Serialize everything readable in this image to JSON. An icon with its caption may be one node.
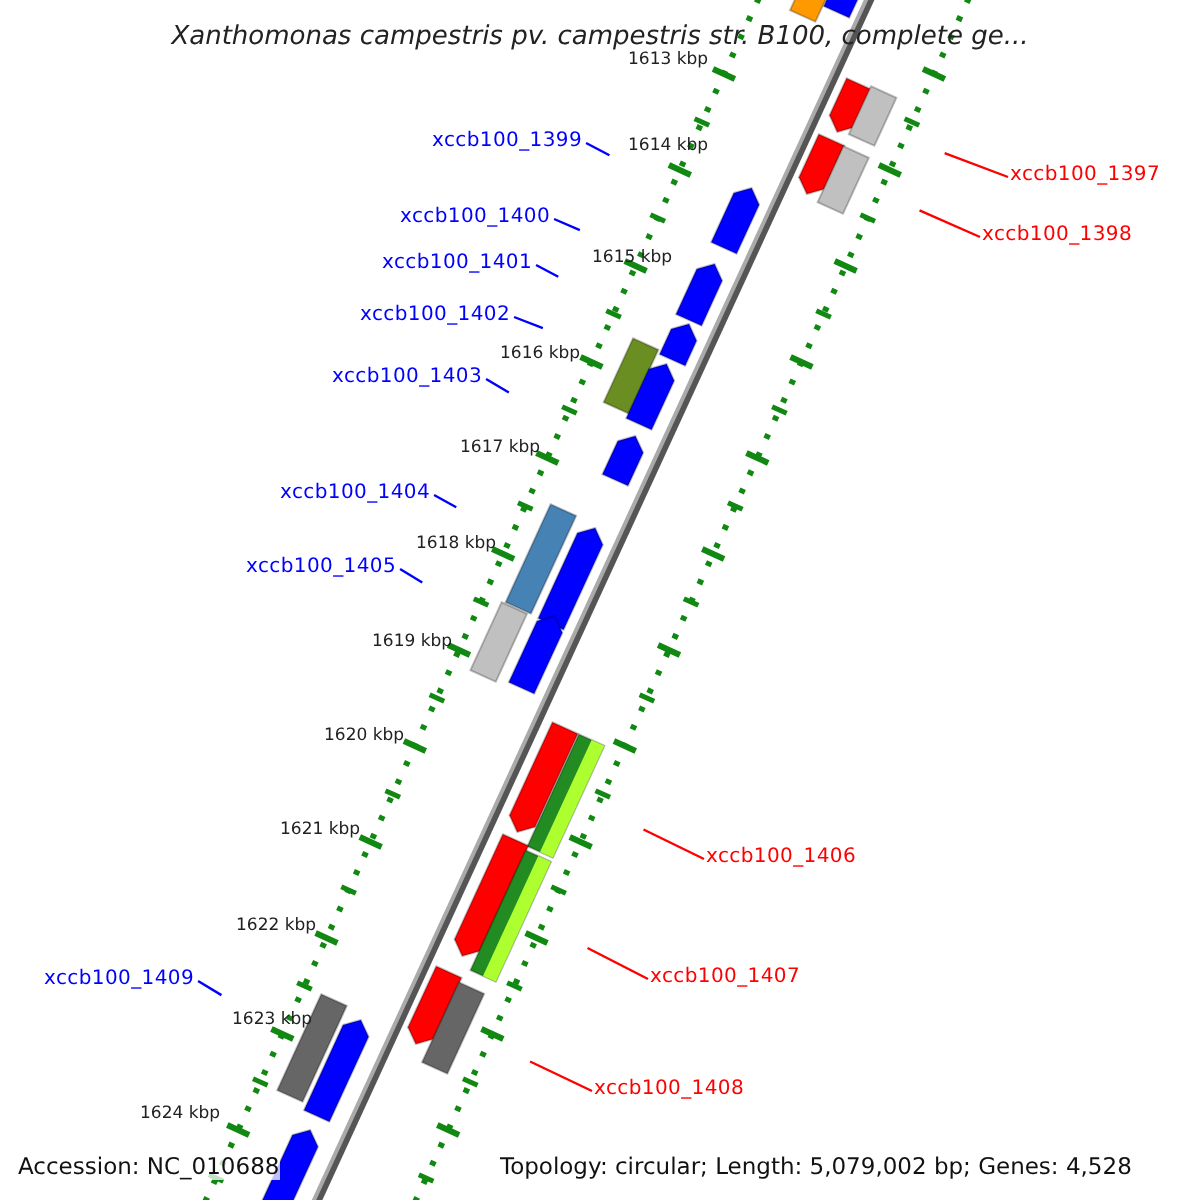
{
  "diagram": {
    "title": "Xanthomonas campestris pv. campestris str. B100, complete ge...",
    "nodes": [
      {
        "text": [
          "xccb100_1399"
        ]
      },
      {
        "text": [
          "xccb100_1397"
        ]
      },
      {
        "text": [
          "xccb100_1400"
        ]
      },
      {
        "text": [
          "xccb100_1398"
        ]
      },
      {
        "text": [
          "xccb100_1401"
        ]
      },
      {
        "text": [
          "xccb100_1402"
        ]
      },
      {
        "text": [
          "xccb100_1403"
        ]
      },
      {
        "text": [
          "xccb100_1404"
        ]
      },
      {
        "text": [
          "xccb100_1405"
        ]
      },
      {
        "text": [
          "xccb100_1406"
        ]
      },
      {
        "text": [
          "xccb100_1407"
        ]
      },
      {
        "text": [
          "xccb100_1409"
        ]
      },
      {
        "text": [
          "xccb100_1408"
        ]
      }
    ],
    "edges": [
      {
        "from": 0,
        "to": null,
        "arrow": "none"
      },
      {
        "from": 1,
        "to": null,
        "arrow": "none",
        "color": "#ff0000"
      },
      {
        "from": 2,
        "to": null,
        "arrow": "none"
      },
      {
        "from": 3,
        "to": null,
        "arrow": "none",
        "color": "#ff0000"
      },
      {
        "from": 4,
        "to": null,
        "arrow": "none"
      },
      {
        "from": 5,
        "to": null,
        "arrow": "none"
      },
      {
        "from": 6,
        "to": null,
        "arrow": "none"
      },
      {
        "from": 7,
        "to": null,
        "arrow": "none"
      },
      {
        "from": 8,
        "to": null,
        "arrow": "none"
      },
      {
        "from": 9,
        "to": null,
        "arrow": "none",
        "color": "#ff0000"
      },
      {
        "from": 10,
        "to": null,
        "arrow": "none",
        "color": "#ff0000"
      },
      {
        "from": 11,
        "to": null,
        "arrow": "none"
      },
      {
        "from": 12,
        "to": null,
        "arrow": "none",
        "color": "#ff0000"
      }
    ],
    "labels": [
      "1613 kbp",
      "1614 kbp",
      "1615 kbp",
      "1616 kbp",
      "1617 kbp",
      "1618 kbp",
      "1619 kbp",
      "1620 kbp",
      "1621 kbp",
      "1622 kbp",
      "1623 kbp",
      "1624 kbp",
      "Accession: NC_010688",
      "Topology: circular; Length: 5,079,002 bp; Genes: 4,528"
    ]
  }
}
